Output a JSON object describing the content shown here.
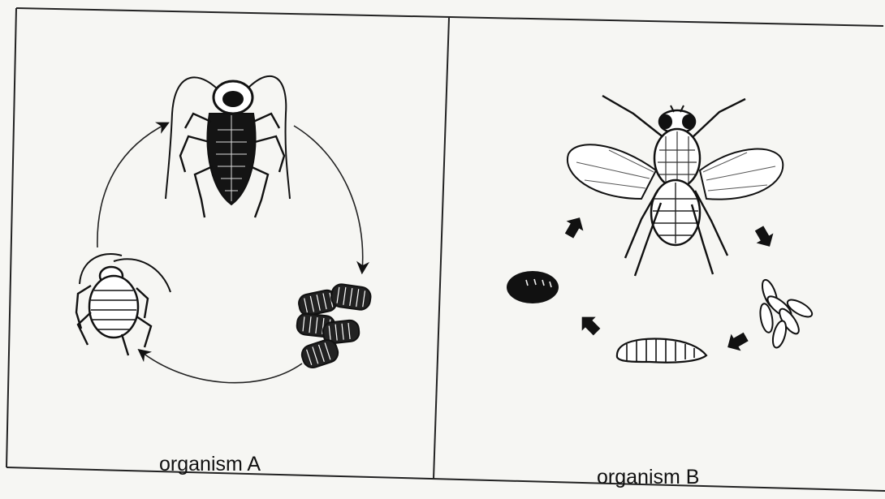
{
  "panels": [
    {
      "caption": "organism A",
      "stages": [
        "adult-cockroach",
        "egg-case",
        "nymph"
      ]
    },
    {
      "caption": "organism B",
      "stages": [
        "adult-fly",
        "eggs",
        "larva",
        "pupa"
      ]
    }
  ],
  "colors": {
    "background": "#f6f6f3",
    "ink": "#111111"
  }
}
